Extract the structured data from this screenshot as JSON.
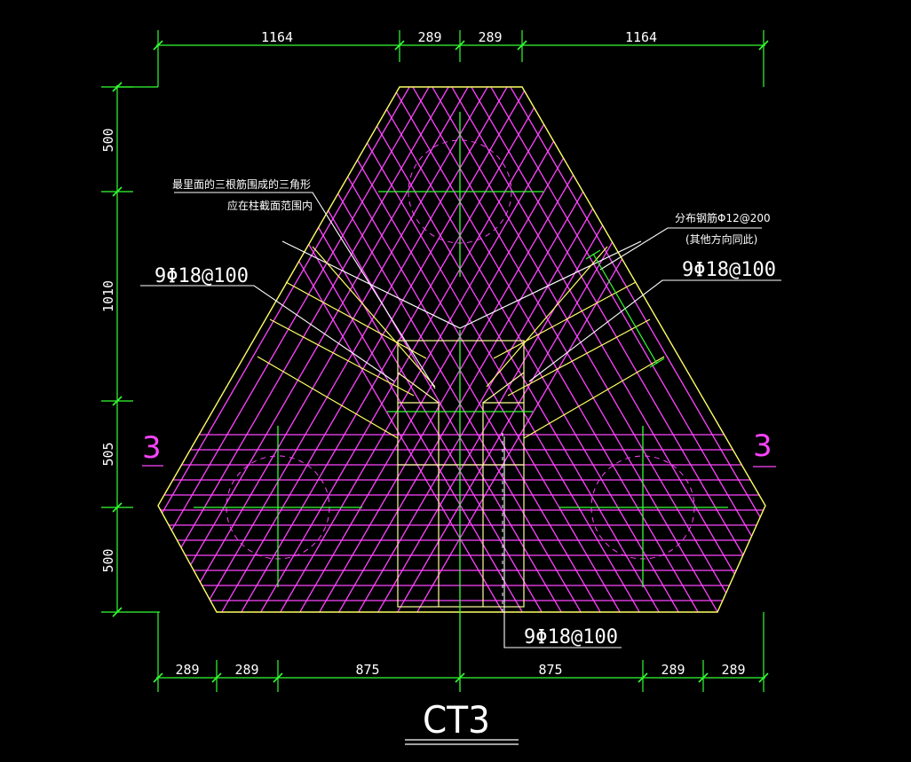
{
  "drawing": {
    "title": "CT3",
    "section_marks": [
      "3",
      "3"
    ],
    "notes": {
      "inner_triangle": [
        "最里面的三根筋围成的三角形",
        "应在柱截面范围内"
      ],
      "distribution": [
        "分布钢筋Φ12@200",
        "(其他方向同此)"
      ]
    },
    "rebar_labels": {
      "left": "9Φ18@100",
      "right": "9Φ18@100",
      "bottom": "9Φ18@100"
    },
    "dims": {
      "top": [
        "1164",
        "289",
        "289",
        "1164"
      ],
      "bottom": [
        "289",
        "289",
        "875",
        "875",
        "289",
        "289"
      ],
      "left": [
        "500",
        "1010",
        "505",
        "500"
      ]
    }
  },
  "colors": {
    "background": "#000000",
    "outline": "#ffff66",
    "rebar": "#ff44ff",
    "dimension": "#33ff33",
    "text": "#ffffff",
    "column": "#ffff99"
  }
}
